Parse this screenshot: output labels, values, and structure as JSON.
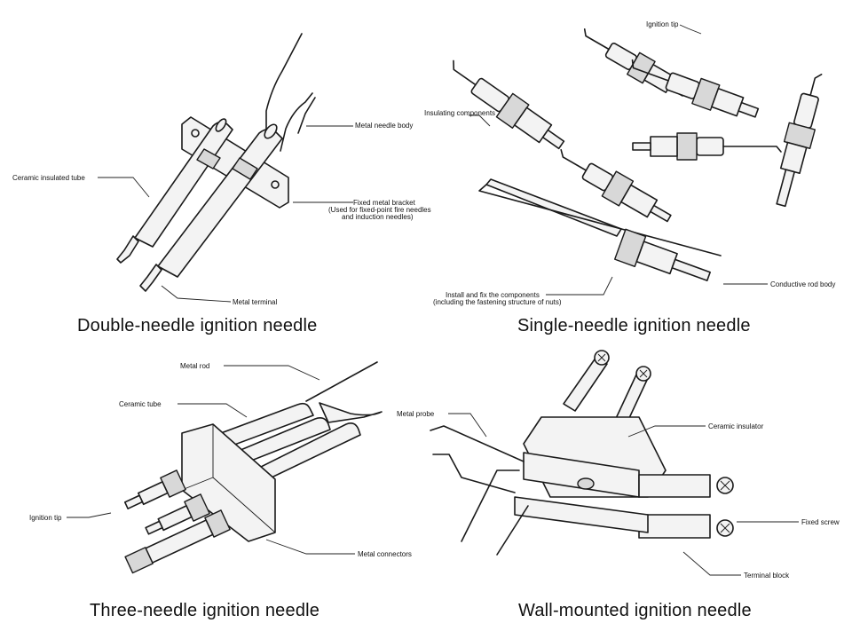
{
  "panels": {
    "double": {
      "caption": "Double-needle ignition needle",
      "labels": {
        "metal_needle_body": "Metal needle body",
        "ceramic_insulated_tube": "Ceramic insulated tube",
        "fixed_bracket_1": "Fixed metal bracket",
        "fixed_bracket_2": "(Used for fixed-point fire needles",
        "fixed_bracket_3": "and induction needles)",
        "metal_terminal": "Metal terminal"
      }
    },
    "single": {
      "caption": "Single-needle ignition needle",
      "labels": {
        "ignition_tip": "Ignition tip",
        "insulating_components": "Insulating components",
        "conductive_rod_body": "Conductive rod body",
        "install_1": "Install and fix the components",
        "install_2": "(including the fastening structure of nuts)"
      }
    },
    "three": {
      "caption": "Three-needle ignition needle",
      "labels": {
        "metal_rod": "Metal rod",
        "ceramic_tube": "Ceramic tube",
        "ignition_tip": "Ignition tip",
        "metal_connectors": "Metal connectors"
      }
    },
    "wall": {
      "caption": "Wall-mounted ignition needle",
      "labels": {
        "metal_probe": "Metal probe",
        "ceramic_insulator": "Ceramic insulator",
        "fixed_screw": "Fixed screw",
        "terminal_block": "Terminal block"
      }
    }
  },
  "colors": {
    "ink": "#1a1a1a",
    "background": "#ffffff",
    "fill": "#f3f3f3"
  }
}
